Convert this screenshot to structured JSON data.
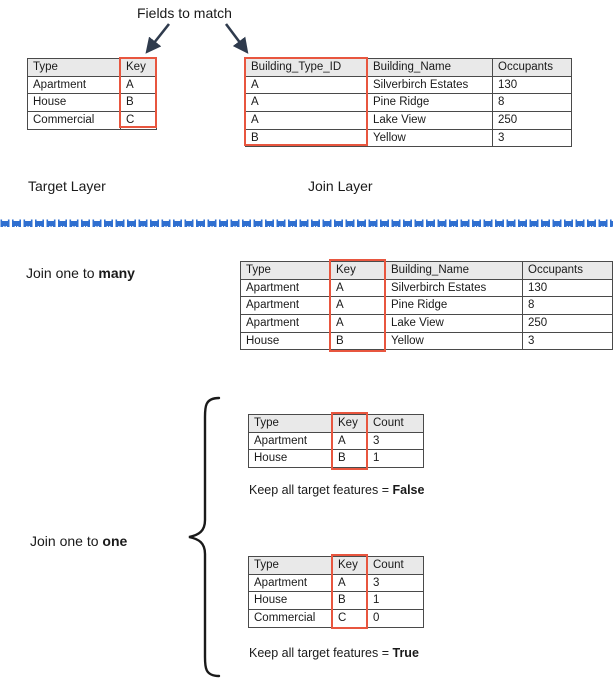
{
  "title_note": "Fields to match",
  "labels": {
    "target_layer": "Target Layer",
    "join_layer": "Join Layer",
    "join_one_to_many_prefix": "Join one to ",
    "join_one_to_many_strong": "many",
    "join_one_to_one_prefix": "Join one to ",
    "join_one_to_one_strong": "one",
    "keep_false_prefix": "Keep all target features = ",
    "keep_false_strong": "False",
    "keep_true_prefix": "Keep all target features = ",
    "keep_true_strong": "True"
  },
  "colors": {
    "highlight": "#e8563f",
    "header_fill": "#e9e9e9",
    "border": "#4a4a4a",
    "arrow": "#2f3b4d",
    "divider_blue": "#2f6fd0",
    "text": "#1a1a1a"
  },
  "icons": {
    "arrow_left": "arrow-down-left-icon",
    "arrow_right": "arrow-down-right-icon",
    "brace": "curly-brace-icon",
    "divider": "decorative-divider-icon"
  },
  "target_table": {
    "headers": [
      "Type",
      "Key"
    ],
    "rows": [
      [
        "Apartment",
        "A"
      ],
      [
        "House",
        "B"
      ],
      [
        "Commercial",
        "C"
      ]
    ]
  },
  "join_table": {
    "headers": [
      "Building_Type_ID",
      "Building_Name",
      "Occupants"
    ],
    "rows": [
      [
        "A",
        "Silverbirch Estates",
        "130"
      ],
      [
        "A",
        "Pine Ridge",
        "8"
      ],
      [
        "A",
        "Lake View",
        "250"
      ],
      [
        "B",
        "Yellow",
        "3"
      ]
    ]
  },
  "one_to_many_table": {
    "headers": [
      "Type",
      "Key",
      "Building_Name",
      "Occupants"
    ],
    "rows": [
      [
        "Apartment",
        "A",
        "Silverbirch Estates",
        "130"
      ],
      [
        "Apartment",
        "A",
        "Pine Ridge",
        "8"
      ],
      [
        "Apartment",
        "A",
        "Lake View",
        "250"
      ],
      [
        "House",
        "B",
        "Yellow",
        "3"
      ]
    ]
  },
  "one_to_one_false_table": {
    "headers": [
      "Type",
      "Key",
      "Count"
    ],
    "rows": [
      [
        "Apartment",
        "A",
        "3"
      ],
      [
        "House",
        "B",
        "1"
      ]
    ]
  },
  "one_to_one_true_table": {
    "headers": [
      "Type",
      "Key",
      "Count"
    ],
    "rows": [
      [
        "Apartment",
        "A",
        "3"
      ],
      [
        "House",
        "B",
        "1"
      ],
      [
        "Commercial",
        "C",
        "0"
      ]
    ]
  }
}
